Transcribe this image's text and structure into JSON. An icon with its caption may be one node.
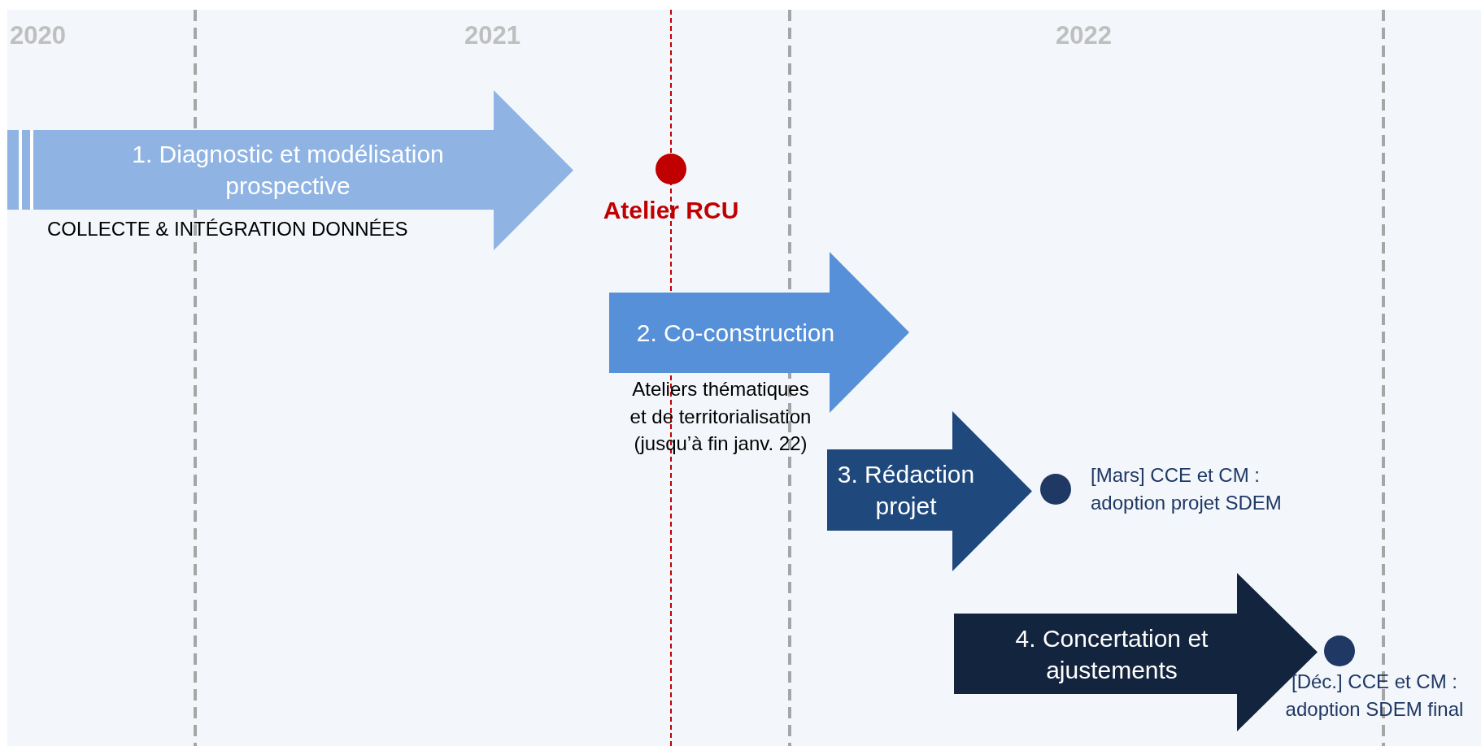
{
  "diagram": {
    "nodes": [
      {
        "text": [
          "1. Diagnostic et modélisation prospective"
        ],
        "beside": [
          "COLLECTE & INTÉGRATION DONNÉES"
        ]
      },
      {
        "text": [],
        "shape": "circle",
        "beside": [
          "Atelier RCU"
        ]
      },
      {
        "text": [
          "2. Co-construction"
        ],
        "beside": [
          "Ateliers thématiques et de territorialisation (jusqu’à fin janv. 22)"
        ]
      },
      {
        "text": [
          "3. Rédaction projet"
        ]
      },
      {
        "text": [],
        "shape": "circle",
        "beside": [
          "[Mars] CCE et CM : adoption projet SDEM"
        ]
      },
      {
        "text": [
          "4. Concertation et ajustements"
        ]
      },
      {
        "text": [],
        "shape": "circle",
        "beside": [
          "[Déc.] CCE et CM : adoption SDEM final"
        ]
      }
    ],
    "edges": [],
    "labels": [
      "2020",
      "2021",
      "2022"
    ]
  }
}
